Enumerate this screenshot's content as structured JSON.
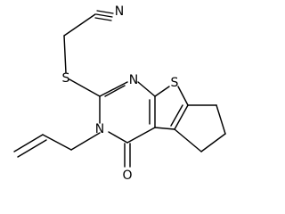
{
  "molecule": {
    "atom_labels": {
      "nitrile_n": "N",
      "thioether_s": "S",
      "pyrimidine_n_top": "N",
      "thiophene_s": "S",
      "pyrimidine_n_allyl": "N",
      "carbonyl_o": "O"
    }
  }
}
